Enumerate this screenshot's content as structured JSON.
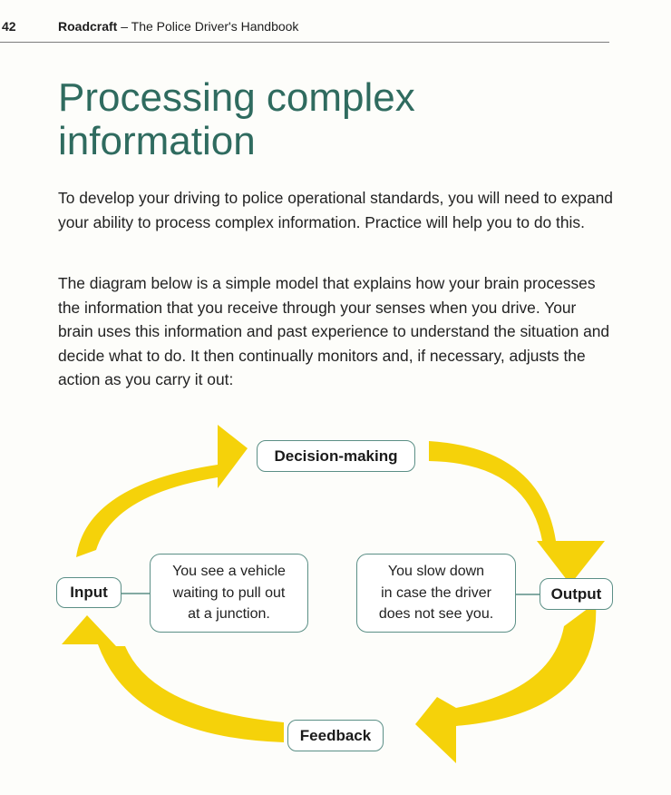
{
  "header": {
    "page_number": "42",
    "book_title_bold": "Roadcraft",
    "book_title_rest": " – The Police Driver's Handbook"
  },
  "heading": "Processing complex information",
  "paragraphs": [
    "To develop your driving to police operational standards, you will need to expand your ability to process complex information. Practice will help you to do this.",
    "The diagram below is a simple model that explains how your brain processes the information that you receive through your senses when you drive. Your brain uses this information and past experience to understand the situation and decide what to do. It then continually monitors and, if necessary, adjusts the action as you carry it out:"
  ],
  "diagram": {
    "nodes": {
      "decision": "Decision-making",
      "input": "Input",
      "output": "Output",
      "feedback": "Feedback"
    },
    "examples": {
      "input": [
        "You see a vehicle",
        "waiting to pull out",
        "at a junction."
      ],
      "output": [
        "You slow down",
        "in case the driver",
        "does not see you."
      ]
    },
    "colors": {
      "arrow": "#f5d20a",
      "box_border": "#5b8f86",
      "heading": "#2f6b5f"
    }
  }
}
